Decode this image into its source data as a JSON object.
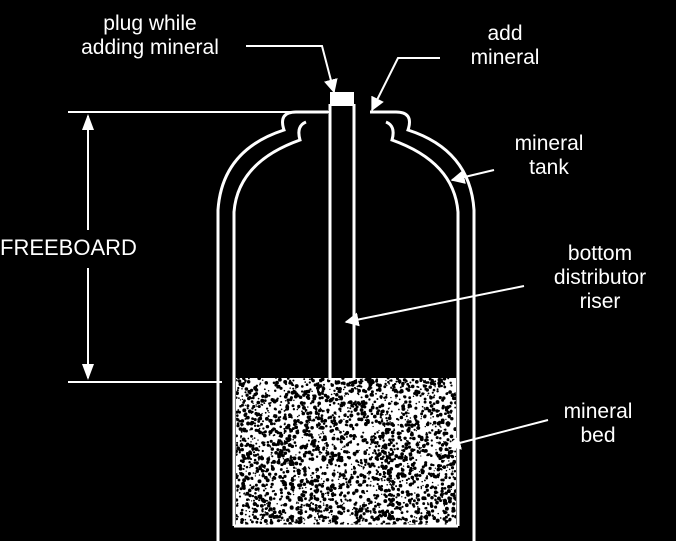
{
  "labels": {
    "plug": [
      "plug while",
      "adding mineral"
    ],
    "add_mineral": [
      "add",
      "mineral"
    ],
    "mineral_tank": [
      "mineral",
      "tank"
    ],
    "freeboard": "FREEBOARD",
    "riser": [
      "bottom",
      "distributor",
      "riser"
    ],
    "mineral_bed": [
      "mineral",
      "bed"
    ]
  },
  "colors": {
    "background": "#000000",
    "line": "#ffffff",
    "bed_fill": "#ffffff",
    "bed_speckle": "#000000"
  }
}
